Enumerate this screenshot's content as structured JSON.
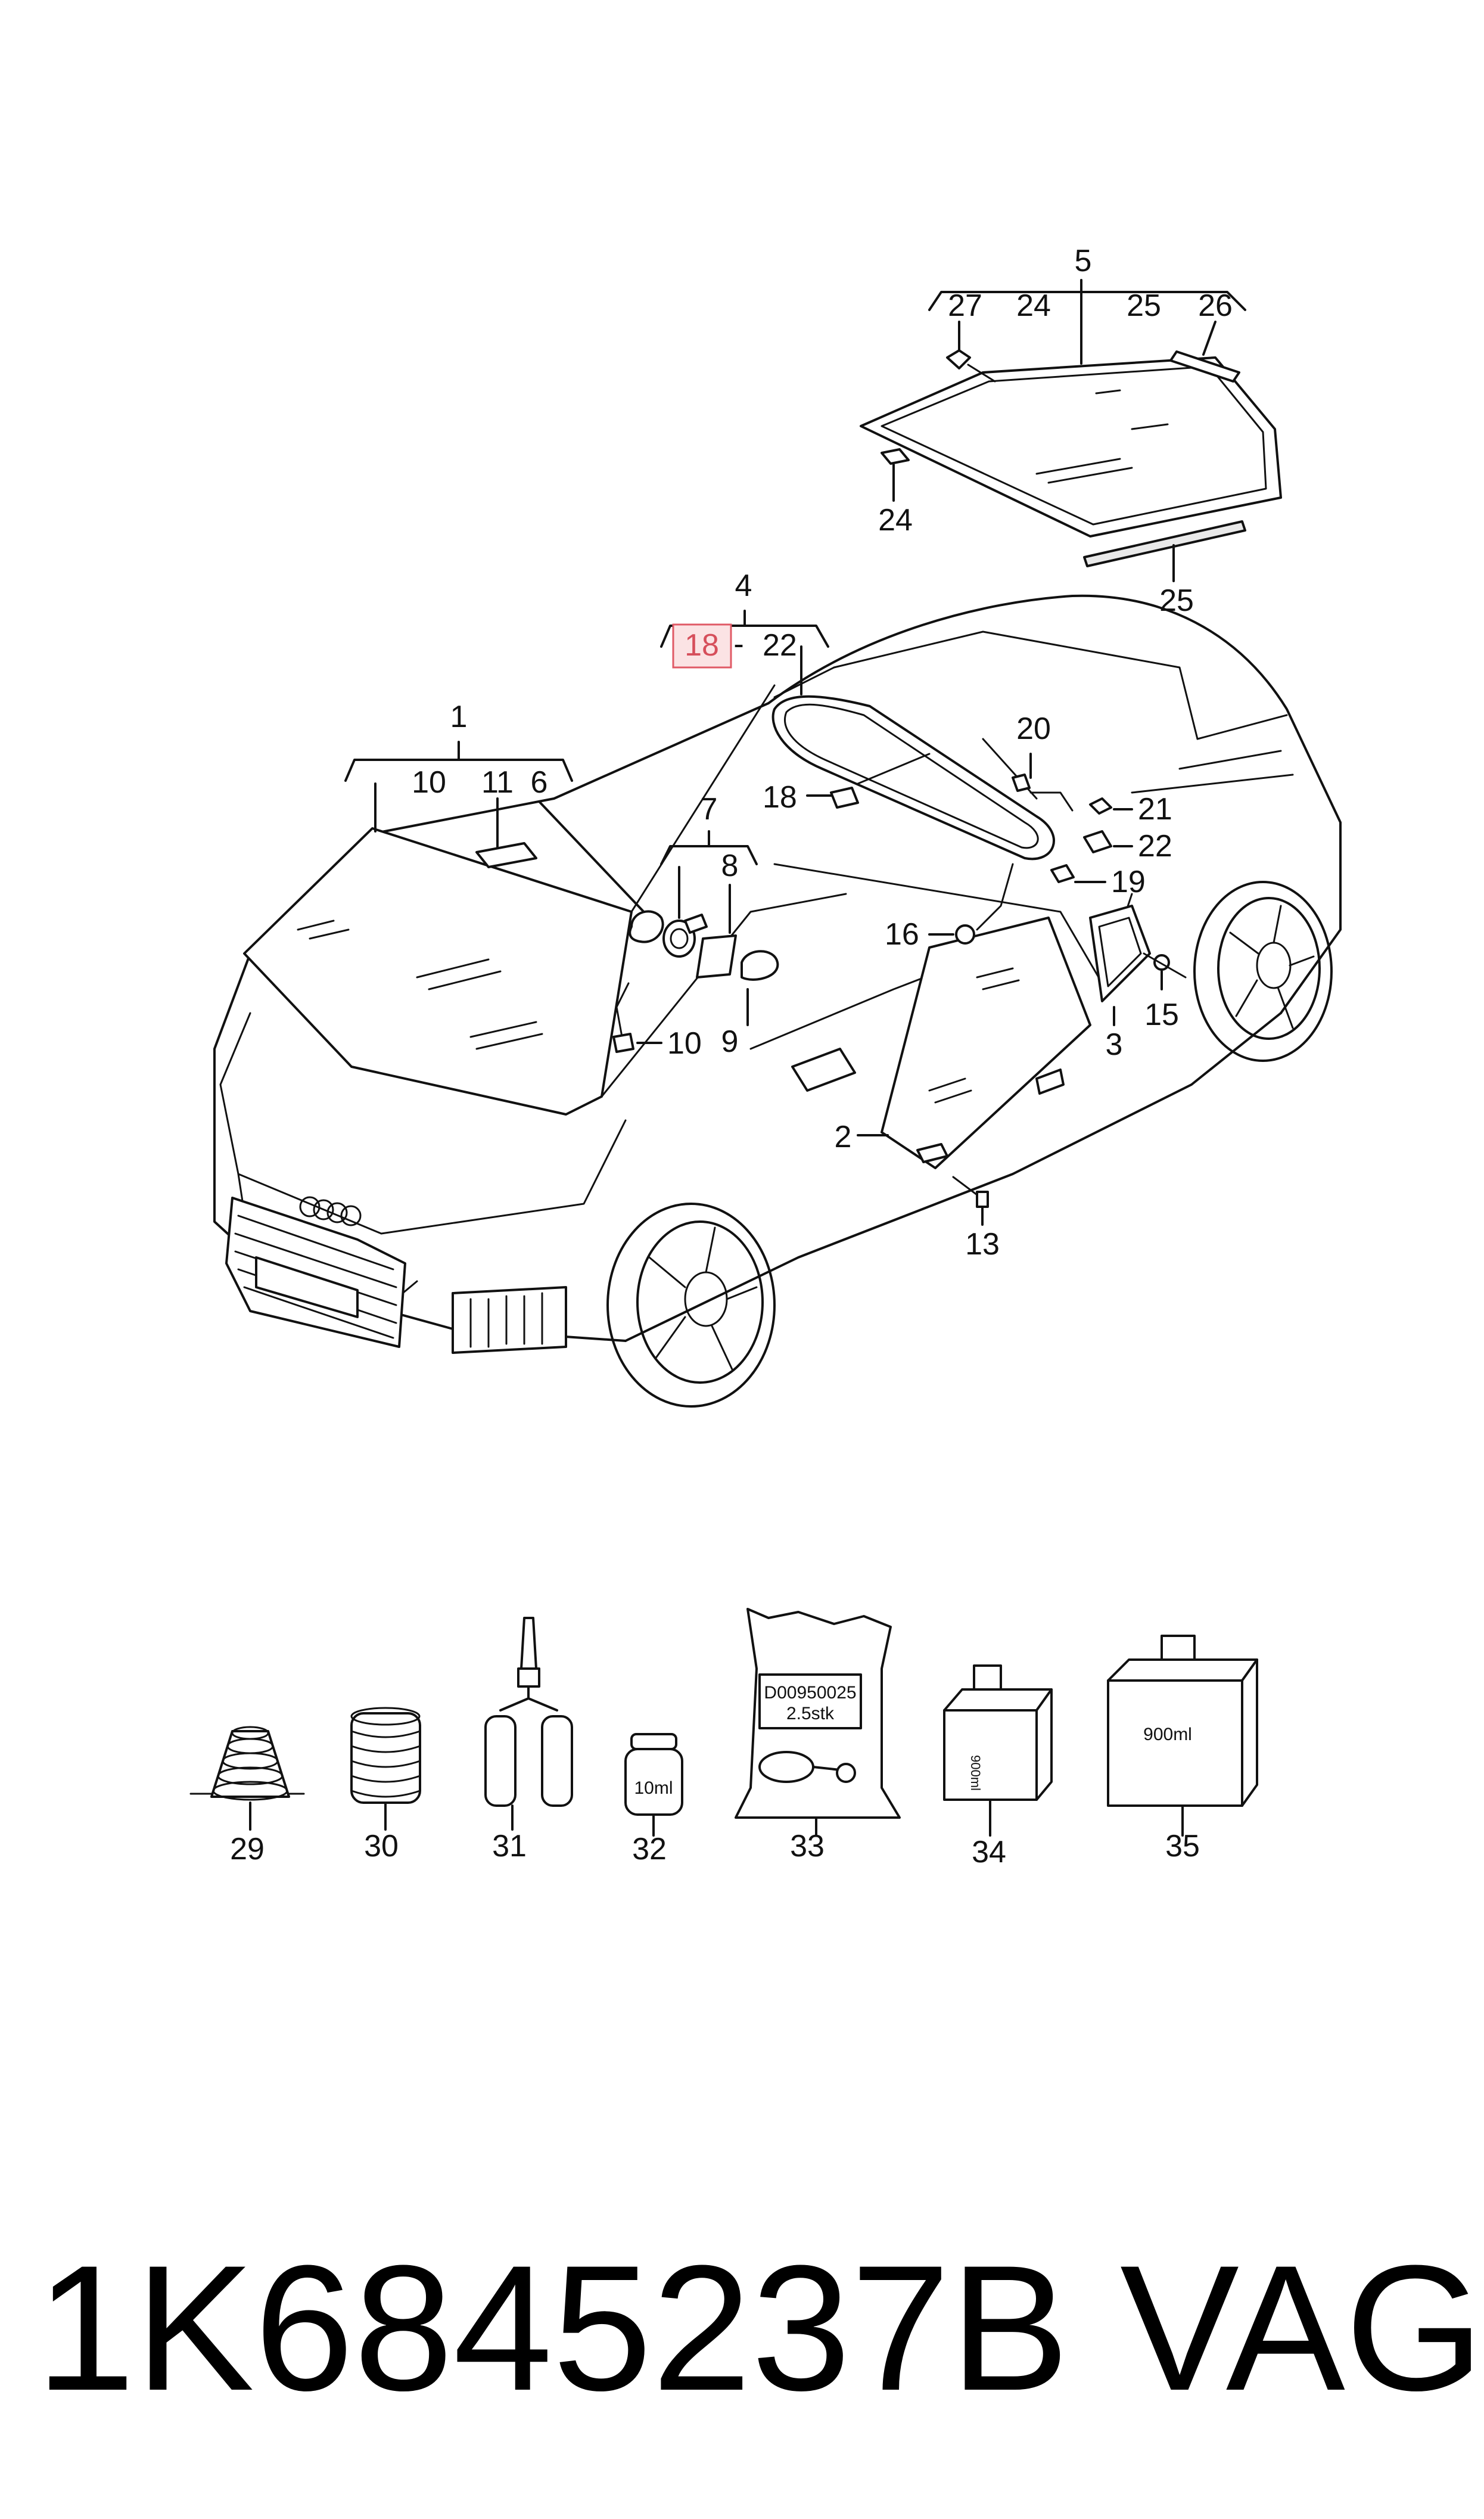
{
  "callouts": {
    "c1": "1",
    "c2": "2",
    "c3": "3",
    "c4": "4",
    "c5": "5",
    "c6": "6",
    "c7": "7",
    "c8": "8",
    "c9": "9",
    "c10a": "10",
    "c10b": "10",
    "c11": "11",
    "c13": "13",
    "c15": "15",
    "c16": "16",
    "c18a": "18",
    "c18b": "18",
    "c19": "19",
    "c20": "20",
    "c21": "21",
    "c22a": "22",
    "c22b": "22",
    "c24a": "24",
    "c24b": "24",
    "c25a": "25",
    "c25b": "25",
    "c26": "26",
    "c27": "27",
    "c29": "29",
    "c30": "30",
    "c31": "31",
    "c32": "32",
    "c33": "33",
    "c34": "34",
    "c35": "35"
  },
  "range_dash": "-",
  "product_labels": {
    "bottle_32": "10ml",
    "bag_33_line1": "D00950025",
    "bag_33_line2": "2.5stk",
    "box_34": "900ml",
    "box_35": "900ml"
  },
  "highlight_color": "#e05a66",
  "footer": {
    "part_number": "1K6845237B",
    "brand": "VAG"
  }
}
